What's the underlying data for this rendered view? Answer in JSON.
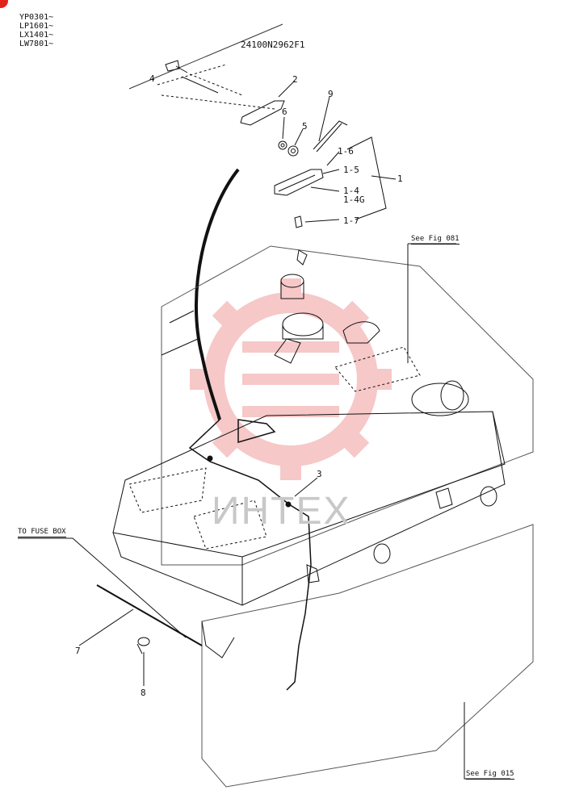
{
  "model_codes": [
    "YP0301~",
    "LP1601~",
    "LX1401~",
    "LW7801~"
  ],
  "drawing_code": "24100N2962F1",
  "references": {
    "fig_081": "See Fig 081",
    "fuse_box": "TO FUSE BOX",
    "fig_015": "See Fig 015"
  },
  "callouts": {
    "c1": "1",
    "c1_4": "1-4",
    "c1_4g": "1-4G",
    "c1_5": "1-5",
    "c1_6": "1-6",
    "c1_7": "1-7",
    "c2": "2",
    "c3": "3",
    "c4": "4",
    "c5": "5",
    "c6": "6",
    "c7": "7",
    "c8": "8",
    "c9": "9"
  },
  "watermark": {
    "text": "ИНТЕХ",
    "color": "#e8a0a0"
  },
  "badge_color": "#e2231a"
}
